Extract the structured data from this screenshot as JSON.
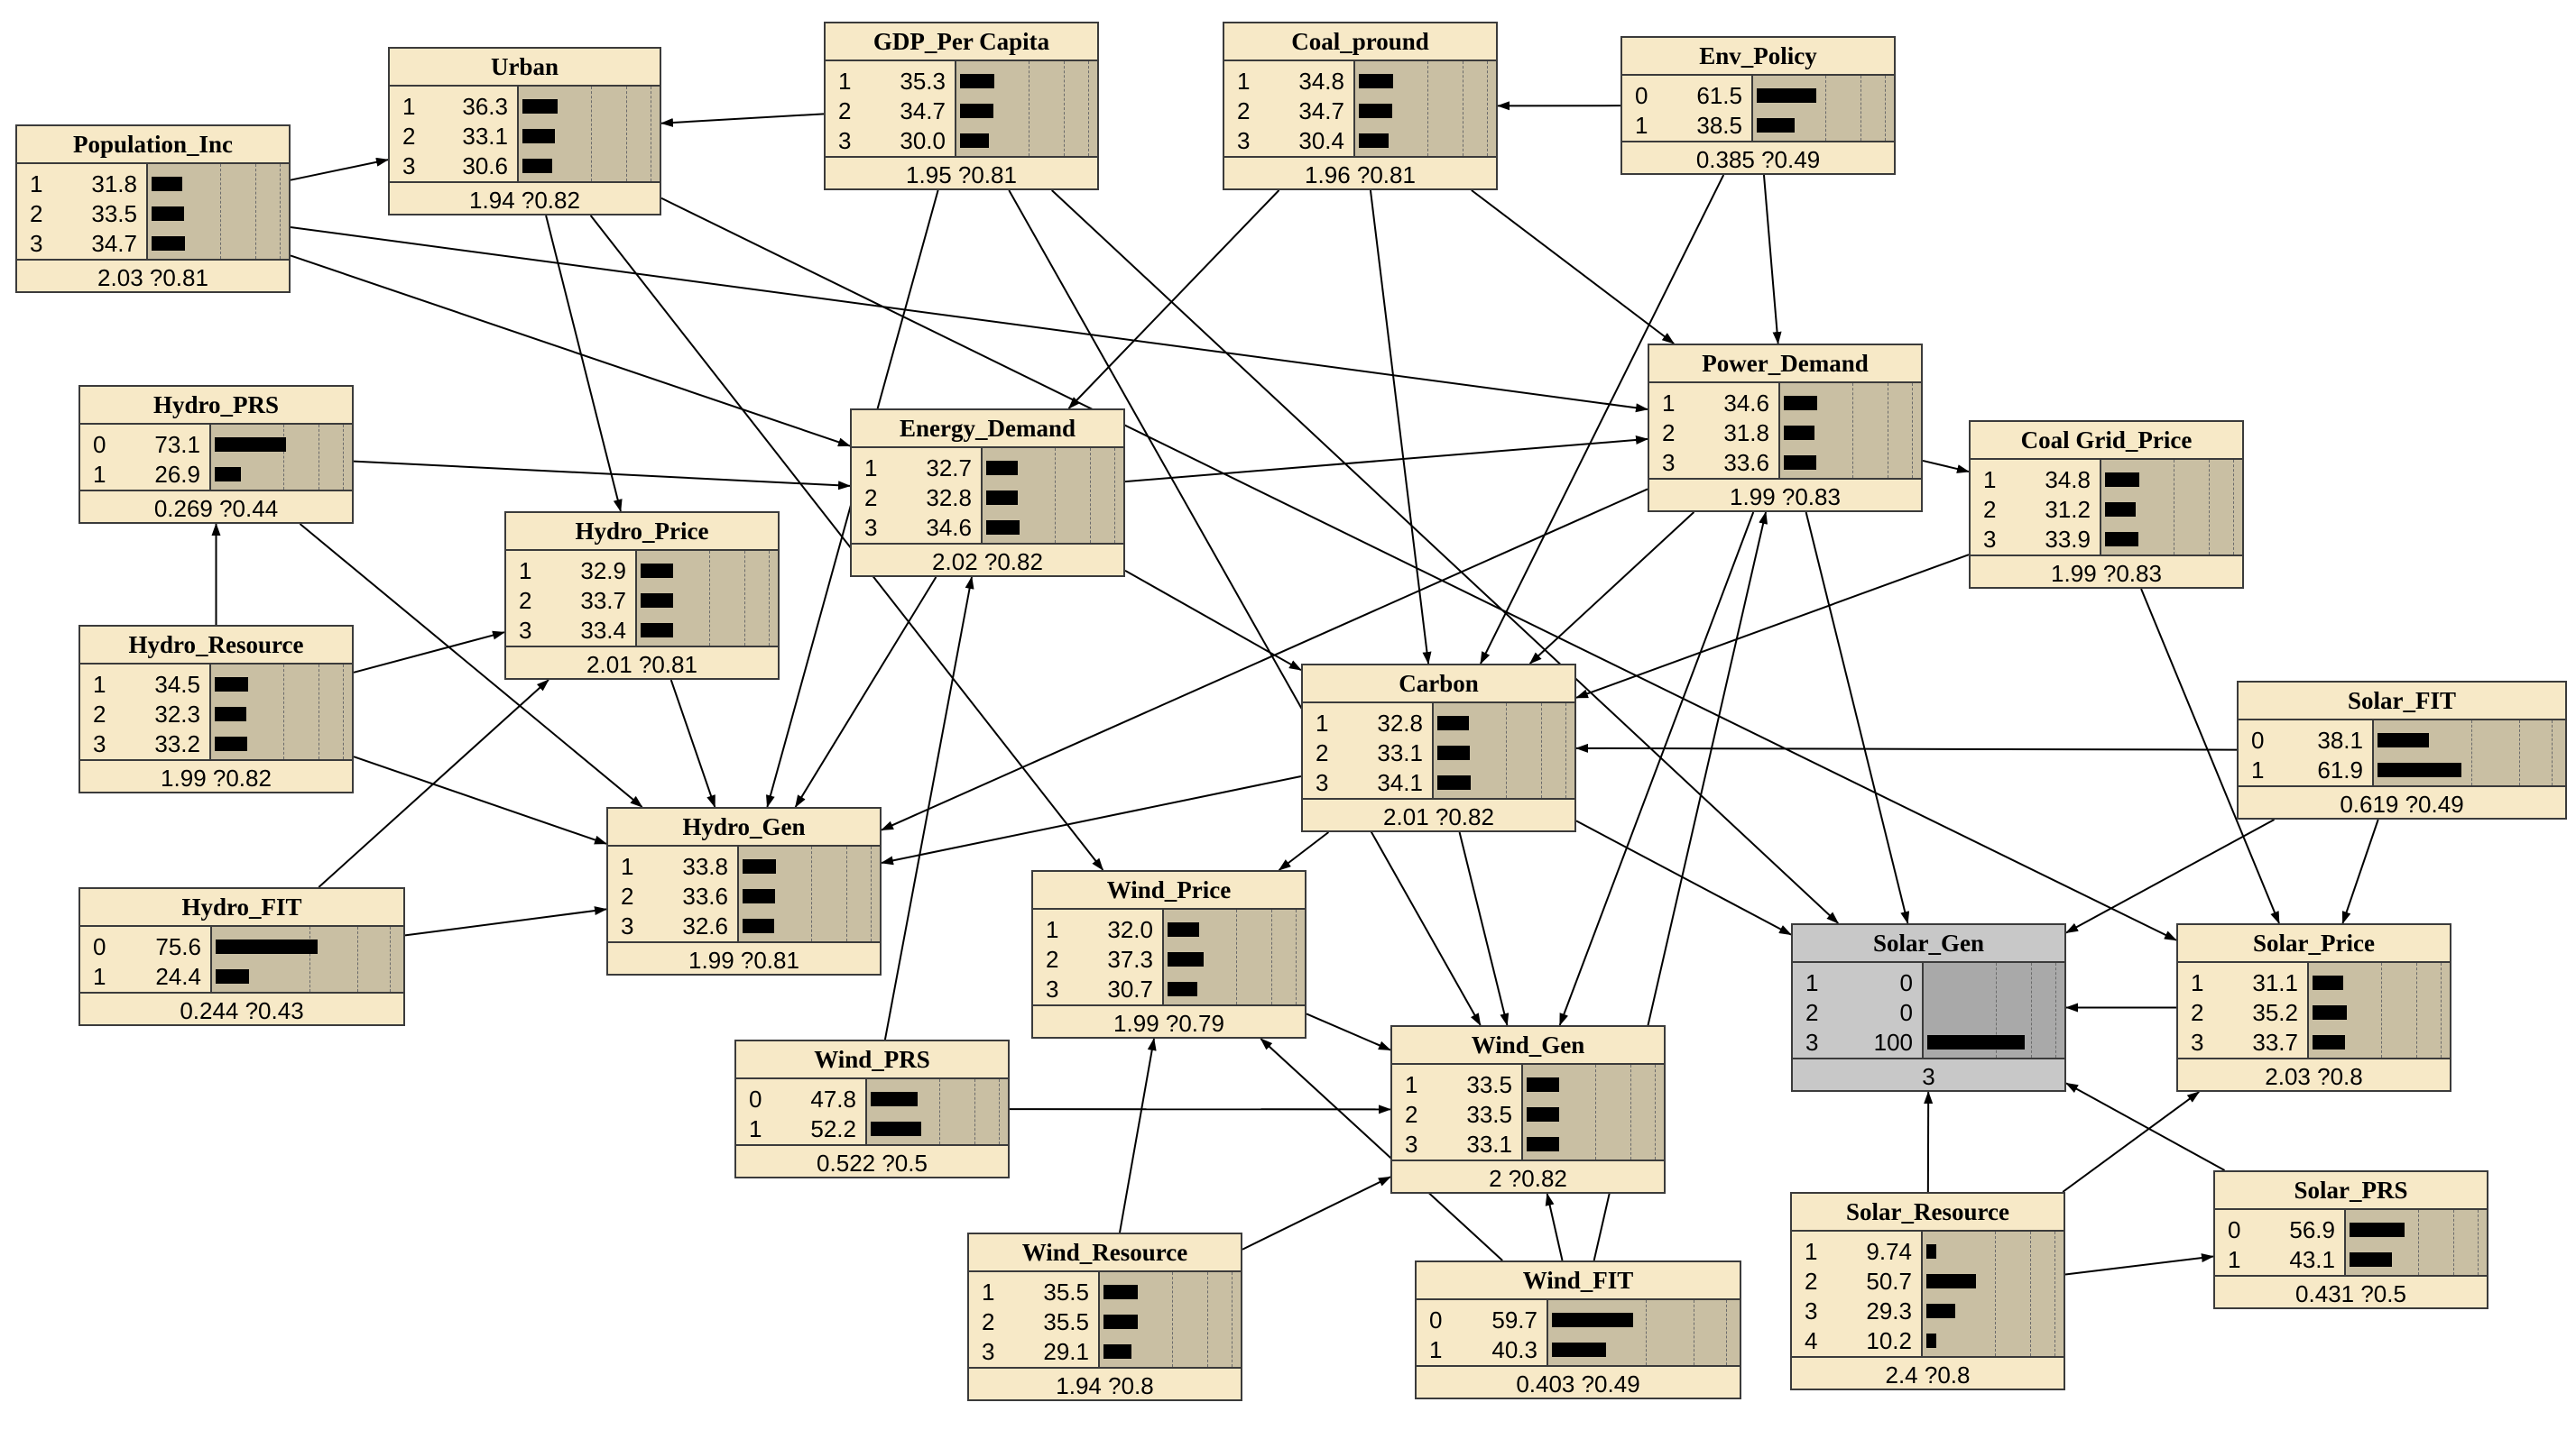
{
  "nodes": [
    {
      "id": "population_inc",
      "title": "Population_Inc",
      "states": [
        {
          "label": "1",
          "value": "31.8",
          "p": 31.8
        },
        {
          "label": "2",
          "value": "33.5",
          "p": 33.5
        },
        {
          "label": "3",
          "value": "34.7",
          "p": 34.7
        }
      ],
      "mean": "2.03 ?0.81"
    },
    {
      "id": "urban",
      "title": "Urban",
      "states": [
        {
          "label": "1",
          "value": "36.3",
          "p": 36.3
        },
        {
          "label": "2",
          "value": "33.1",
          "p": 33.1
        },
        {
          "label": "3",
          "value": "30.6",
          "p": 30.6
        }
      ],
      "mean": "1.94 ?0.82"
    },
    {
      "id": "gdp_per_capita",
      "title": "GDP_Per Capita",
      "states": [
        {
          "label": "1",
          "value": "35.3",
          "p": 35.3
        },
        {
          "label": "2",
          "value": "34.7",
          "p": 34.7
        },
        {
          "label": "3",
          "value": "30.0",
          "p": 30.0
        }
      ],
      "mean": "1.95 ?0.81"
    },
    {
      "id": "coal_pround",
      "title": "Coal_pround",
      "states": [
        {
          "label": "1",
          "value": "34.8",
          "p": 34.8
        },
        {
          "label": "2",
          "value": "34.7",
          "p": 34.7
        },
        {
          "label": "3",
          "value": "30.4",
          "p": 30.4
        }
      ],
      "mean": "1.96 ?0.81"
    },
    {
      "id": "env_policy",
      "title": "Env_Policy",
      "states": [
        {
          "label": "0",
          "value": "61.5",
          "p": 61.5
        },
        {
          "label": "1",
          "value": "38.5",
          "p": 38.5
        }
      ],
      "mean": "0.385 ?0.49"
    },
    {
      "id": "hydro_prs",
      "title": "Hydro_PRS",
      "states": [
        {
          "label": "0",
          "value": "73.1",
          "p": 73.1
        },
        {
          "label": "1",
          "value": "26.9",
          "p": 26.9
        }
      ],
      "mean": "0.269 ?0.44"
    },
    {
      "id": "energy_demand",
      "title": "Energy_Demand",
      "states": [
        {
          "label": "1",
          "value": "32.7",
          "p": 32.7
        },
        {
          "label": "2",
          "value": "32.8",
          "p": 32.8
        },
        {
          "label": "3",
          "value": "34.6",
          "p": 34.6
        }
      ],
      "mean": "2.02 ?0.82"
    },
    {
      "id": "power_demand",
      "title": "Power_Demand",
      "states": [
        {
          "label": "1",
          "value": "34.6",
          "p": 34.6
        },
        {
          "label": "2",
          "value": "31.8",
          "p": 31.8
        },
        {
          "label": "3",
          "value": "33.6",
          "p": 33.6
        }
      ],
      "mean": "1.99 ?0.83"
    },
    {
      "id": "coal_grid_price",
      "title": "Coal Grid_Price",
      "states": [
        {
          "label": "1",
          "value": "34.8",
          "p": 34.8
        },
        {
          "label": "2",
          "value": "31.2",
          "p": 31.2
        },
        {
          "label": "3",
          "value": "33.9",
          "p": 33.9
        }
      ],
      "mean": "1.99 ?0.83"
    },
    {
      "id": "hydro_price",
      "title": "Hydro_Price",
      "states": [
        {
          "label": "1",
          "value": "32.9",
          "p": 32.9
        },
        {
          "label": "2",
          "value": "33.7",
          "p": 33.7
        },
        {
          "label": "3",
          "value": "33.4",
          "p": 33.4
        }
      ],
      "mean": "2.01 ?0.81"
    },
    {
      "id": "hydro_resource",
      "title": "Hydro_Resource",
      "states": [
        {
          "label": "1",
          "value": "34.5",
          "p": 34.5
        },
        {
          "label": "2",
          "value": "32.3",
          "p": 32.3
        },
        {
          "label": "3",
          "value": "33.2",
          "p": 33.2
        }
      ],
      "mean": "1.99 ?0.82"
    },
    {
      "id": "carbon",
      "title": "Carbon",
      "states": [
        {
          "label": "1",
          "value": "32.8",
          "p": 32.8
        },
        {
          "label": "2",
          "value": "33.1",
          "p": 33.1
        },
        {
          "label": "3",
          "value": "34.1",
          "p": 34.1
        }
      ],
      "mean": "2.01 ?0.82"
    },
    {
      "id": "solar_fit",
      "title": "Solar_FIT",
      "states": [
        {
          "label": "0",
          "value": "38.1",
          "p": 38.1
        },
        {
          "label": "1",
          "value": "61.9",
          "p": 61.9
        }
      ],
      "mean": "0.619 ?0.49"
    },
    {
      "id": "hydro_gen",
      "title": "Hydro_Gen",
      "states": [
        {
          "label": "1",
          "value": "33.8",
          "p": 33.8
        },
        {
          "label": "2",
          "value": "33.6",
          "p": 33.6
        },
        {
          "label": "3",
          "value": "32.6",
          "p": 32.6
        }
      ],
      "mean": "1.99 ?0.81"
    },
    {
      "id": "hydro_fit",
      "title": "Hydro_FIT",
      "states": [
        {
          "label": "0",
          "value": "75.6",
          "p": 75.6
        },
        {
          "label": "1",
          "value": "24.4",
          "p": 24.4
        }
      ],
      "mean": "0.244 ?0.43"
    },
    {
      "id": "wind_price",
      "title": "Wind_Price",
      "states": [
        {
          "label": "1",
          "value": "32.0",
          "p": 32.0
        },
        {
          "label": "2",
          "value": "37.3",
          "p": 37.3
        },
        {
          "label": "3",
          "value": "30.7",
          "p": 30.7
        }
      ],
      "mean": "1.99 ?0.79"
    },
    {
      "id": "solar_gen",
      "title": "Solar_Gen",
      "states": [
        {
          "label": "1",
          "value": "0",
          "p": 0
        },
        {
          "label": "2",
          "value": "0",
          "p": 0
        },
        {
          "label": "3",
          "value": "100",
          "p": 100
        }
      ],
      "mean": "3",
      "evidence": true
    },
    {
      "id": "solar_price",
      "title": "Solar_Price",
      "states": [
        {
          "label": "1",
          "value": "31.1",
          "p": 31.1
        },
        {
          "label": "2",
          "value": "35.2",
          "p": 35.2
        },
        {
          "label": "3",
          "value": "33.7",
          "p": 33.7
        }
      ],
      "mean": "2.03 ?0.8"
    },
    {
      "id": "wind_prs",
      "title": "Wind_PRS",
      "states": [
        {
          "label": "0",
          "value": "47.8",
          "p": 47.8
        },
        {
          "label": "1",
          "value": "52.2",
          "p": 52.2
        }
      ],
      "mean": "0.522 ?0.5"
    },
    {
      "id": "wind_gen",
      "title": "Wind_Gen",
      "states": [
        {
          "label": "1",
          "value": "33.5",
          "p": 33.5
        },
        {
          "label": "2",
          "value": "33.5",
          "p": 33.5
        },
        {
          "label": "3",
          "value": "33.1",
          "p": 33.1
        }
      ],
      "mean": "2 ?0.82"
    },
    {
      "id": "solar_prs",
      "title": "Solar_PRS",
      "states": [
        {
          "label": "0",
          "value": "56.9",
          "p": 56.9
        },
        {
          "label": "1",
          "value": "43.1",
          "p": 43.1
        }
      ],
      "mean": "0.431 ?0.5"
    },
    {
      "id": "solar_resource",
      "title": "Solar_Resource",
      "states": [
        {
          "label": "1",
          "value": "9.74",
          "p": 9.74
        },
        {
          "label": "2",
          "value": "50.7",
          "p": 50.7
        },
        {
          "label": "3",
          "value": "29.3",
          "p": 29.3
        },
        {
          "label": "4",
          "value": "10.2",
          "p": 10.2
        }
      ],
      "mean": "2.4 ?0.8"
    },
    {
      "id": "wind_resource",
      "title": "Wind_Resource",
      "states": [
        {
          "label": "1",
          "value": "35.5",
          "p": 35.5
        },
        {
          "label": "2",
          "value": "35.5",
          "p": 35.5
        },
        {
          "label": "3",
          "value": "29.1",
          "p": 29.1
        }
      ],
      "mean": "1.94 ?0.8"
    },
    {
      "id": "wind_fit",
      "title": "Wind_FIT",
      "states": [
        {
          "label": "0",
          "value": "59.7",
          "p": 59.7
        },
        {
          "label": "1",
          "value": "40.3",
          "p": 40.3
        }
      ],
      "mean": "0.403 ?0.49"
    }
  ],
  "edges": [
    [
      "population_inc",
      "urban"
    ],
    [
      "population_inc",
      "energy_demand"
    ],
    [
      "population_inc",
      "power_demand"
    ],
    [
      "gdp_per_capita",
      "urban"
    ],
    [
      "gdp_per_capita",
      "hydro_gen"
    ],
    [
      "gdp_per_capita",
      "wind_gen"
    ],
    [
      "gdp_per_capita",
      "solar_gen"
    ],
    [
      "coal_pround",
      "energy_demand"
    ],
    [
      "coal_pround",
      "carbon"
    ],
    [
      "coal_pround",
      "power_demand"
    ],
    [
      "env_policy",
      "coal_pround"
    ],
    [
      "env_policy",
      "power_demand"
    ],
    [
      "env_policy",
      "carbon"
    ],
    [
      "urban",
      "hydro_price"
    ],
    [
      "urban",
      "wind_price"
    ],
    [
      "urban",
      "solar_price"
    ],
    [
      "hydro_prs",
      "energy_demand"
    ],
    [
      "hydro_prs",
      "hydro_gen"
    ],
    [
      "hydro_resource",
      "hydro_prs"
    ],
    [
      "hydro_resource",
      "hydro_price"
    ],
    [
      "hydro_resource",
      "hydro_gen"
    ],
    [
      "hydro_price",
      "hydro_gen"
    ],
    [
      "hydro_fit",
      "hydro_price"
    ],
    [
      "hydro_fit",
      "hydro_gen"
    ],
    [
      "energy_demand",
      "power_demand"
    ],
    [
      "energy_demand",
      "hydro_gen"
    ],
    [
      "energy_demand",
      "carbon"
    ],
    [
      "power_demand",
      "coal_grid_price"
    ],
    [
      "power_demand",
      "hydro_gen"
    ],
    [
      "power_demand",
      "carbon"
    ],
    [
      "power_demand",
      "wind_gen"
    ],
    [
      "power_demand",
      "solar_gen"
    ],
    [
      "coal_grid_price",
      "carbon"
    ],
    [
      "coal_grid_price",
      "solar_price"
    ],
    [
      "carbon",
      "hydro_gen"
    ],
    [
      "carbon",
      "wind_price"
    ],
    [
      "carbon",
      "wind_gen"
    ],
    [
      "carbon",
      "solar_gen"
    ],
    [
      "solar_fit",
      "carbon"
    ],
    [
      "solar_fit",
      "solar_price"
    ],
    [
      "solar_fit",
      "solar_gen"
    ],
    [
      "wind_price",
      "wind_gen"
    ],
    [
      "wind_prs",
      "wind_gen"
    ],
    [
      "wind_prs",
      "energy_demand"
    ],
    [
      "wind_resource",
      "wind_price"
    ],
    [
      "wind_resource",
      "wind_gen"
    ],
    [
      "wind_fit",
      "wind_price"
    ],
    [
      "wind_fit",
      "wind_gen"
    ],
    [
      "wind_fit",
      "power_demand"
    ],
    [
      "solar_price",
      "solar_gen"
    ],
    [
      "solar_resource",
      "solar_gen"
    ],
    [
      "solar_resource",
      "solar_prs"
    ],
    [
      "solar_resource",
      "solar_price"
    ],
    [
      "solar_prs",
      "solar_gen"
    ]
  ]
}
